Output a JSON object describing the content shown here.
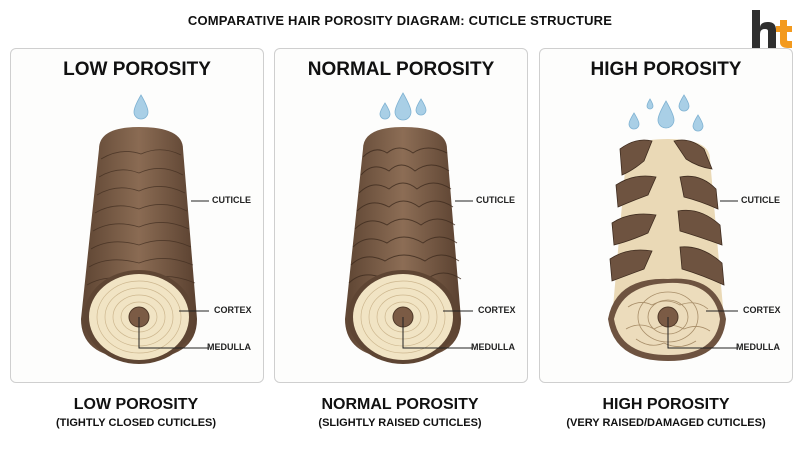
{
  "title": "COMPARATIVE HAIR POROSITY DIAGRAM: CUTICLE STRUCTURE",
  "logo": {
    "icon": "ht-logo-icon",
    "colors": {
      "dark": "#2f2f2f",
      "accent": "#f39a1e"
    }
  },
  "panels": [
    {
      "heading": "LOW POROSITY",
      "drops": 1,
      "labels": {
        "cuticle": "CUTICLE",
        "cortex": "CORTEX",
        "medulla": "MEDULLA"
      },
      "caption": "LOW POROSITY",
      "subcaption": "(TIGHTLY CLOSED CUTICLES)"
    },
    {
      "heading": "NORMAL POROSITY",
      "drops": 3,
      "labels": {
        "cuticle": "CUTICLE",
        "cortex": "CORTEX",
        "medulla": "MEDULLA"
      },
      "caption": "NORMAL POROSITY",
      "subcaption": "(SLIGHTLY RAISED CUTICLES)"
    },
    {
      "heading": "HIGH POROSITY",
      "drops": 5,
      "labels": {
        "cuticle": "CUTICLE",
        "cortex": "CORTEX",
        "medulla": "MEDULLA"
      },
      "caption": "HIGH POROSITY",
      "subcaption": "(VERY RAISED/DAMAGED CUTICLES)"
    }
  ],
  "colors": {
    "cuticle_dark": "#5e4533",
    "cuticle_mid": "#7d604a",
    "cuticle_light": "#9a7d66",
    "cortex": "#f1e4c4",
    "cortex_ring": "#cdb78f",
    "medulla": "#7b5b45",
    "water": "#a9cfe6"
  }
}
